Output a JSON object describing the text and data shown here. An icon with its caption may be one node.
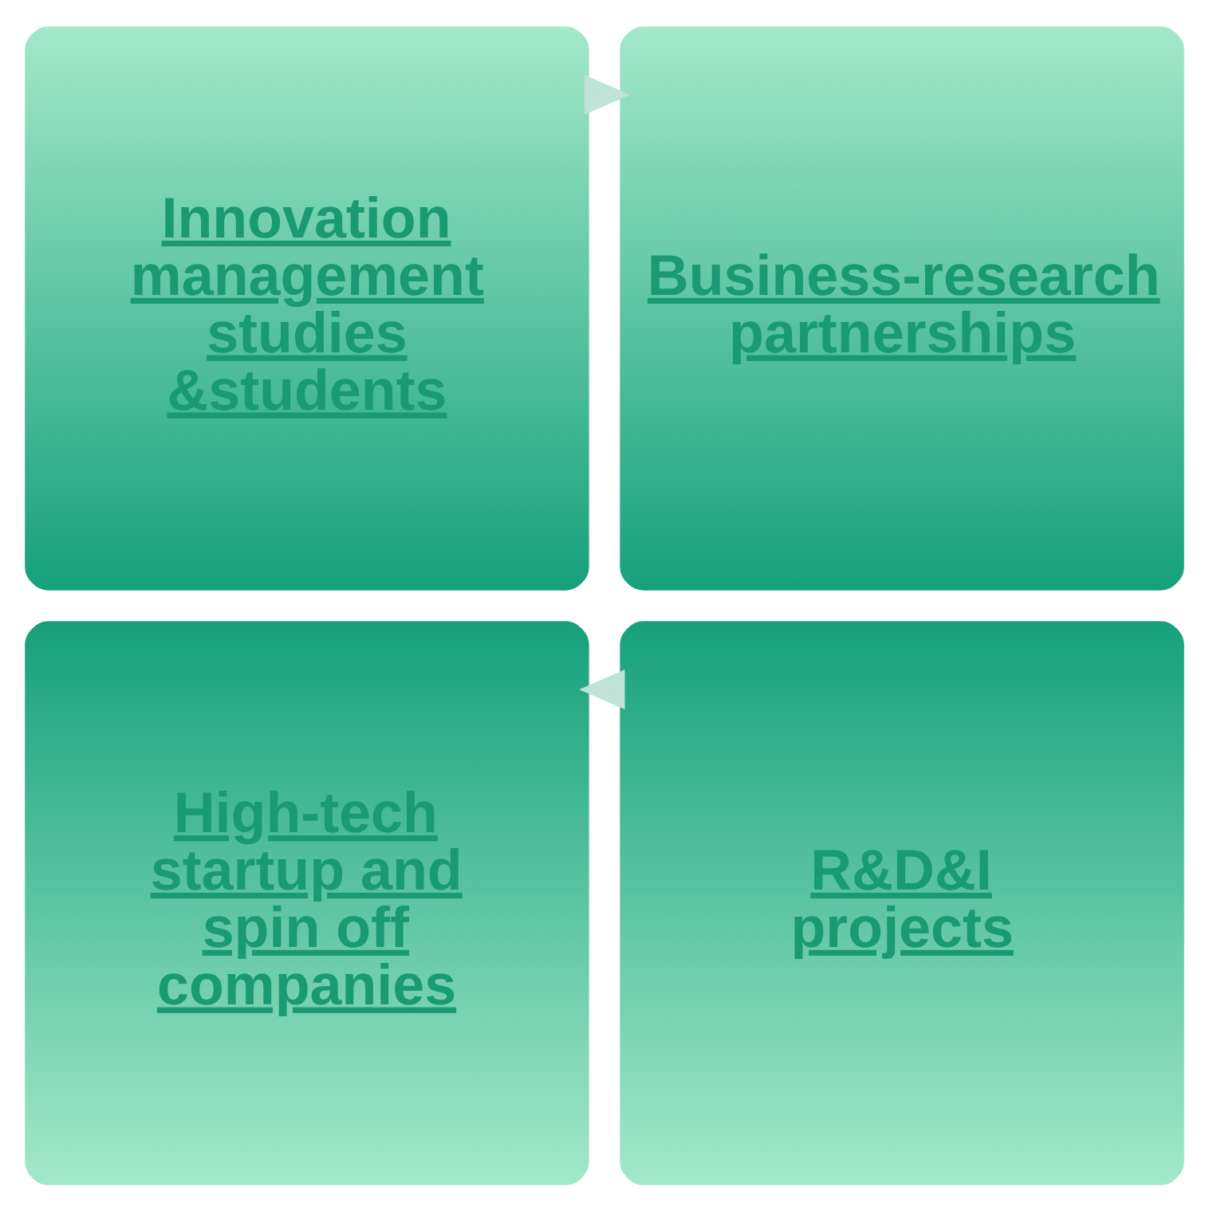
{
  "diagram": {
    "nodes": [
      {
        "text": [
          "Innovation management studies &students"
        ]
      },
      {
        "text": [
          "Business-research partnerships"
        ]
      },
      {
        "text": [
          "High-tech startup and spin off companies"
        ]
      },
      {
        "text": [
          "R&D&I projects"
        ]
      }
    ],
    "edges": [
      {
        "from": 0,
        "to": 1,
        "arrow": "to"
      },
      {
        "from": 3,
        "to": 2,
        "arrow": "to"
      }
    ]
  }
}
